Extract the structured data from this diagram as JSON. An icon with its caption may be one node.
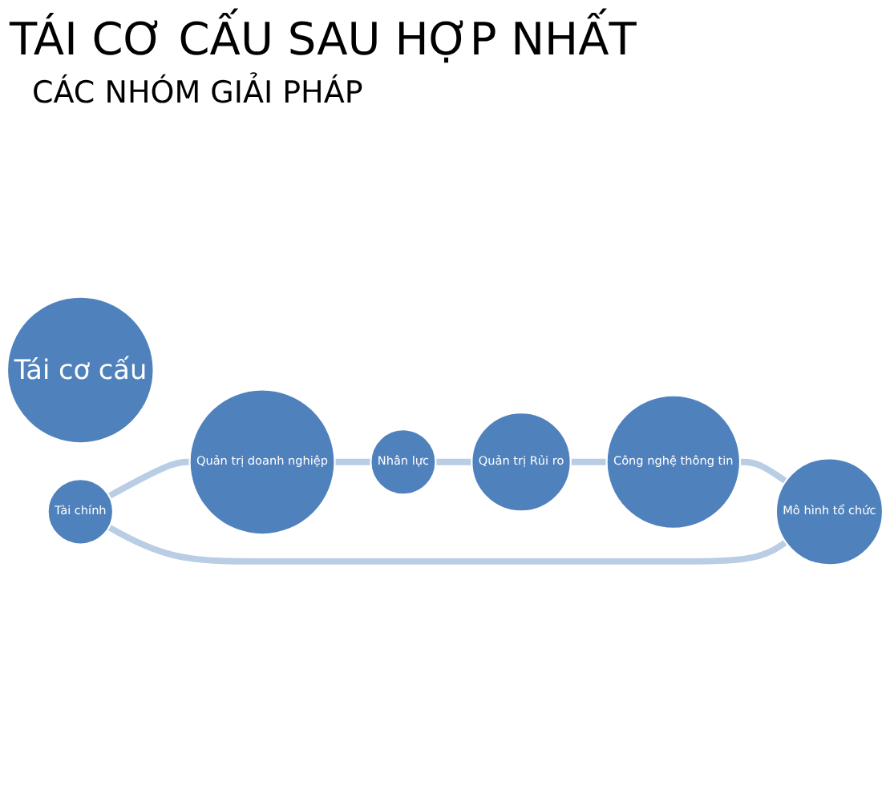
{
  "diagram": {
    "title": "TÁI CƠ CẤU SAU HỢP NHẤT",
    "nodes": [
      {
        "text": [
          "Tái cơ cấu"
        ]
      },
      {
        "text": [
          "Tài chính"
        ]
      },
      {
        "text": [
          "Quản trị doanh nghiệp"
        ]
      },
      {
        "text": [
          "Nhân lực"
        ]
      },
      {
        "text": [
          "Quản trị Rủi ro"
        ]
      },
      {
        "text": [
          "Công nghệ thông tin"
        ]
      },
      {
        "text": [
          "Mô hình tổ chức"
        ]
      }
    ],
    "edges": [
      {
        "from": 1,
        "to": 2,
        "arrow": "none"
      },
      {
        "from": 2,
        "to": 3,
        "arrow": "none"
      },
      {
        "from": 3,
        "to": 4,
        "arrow": "none"
      },
      {
        "from": 4,
        "to": 5,
        "arrow": "none"
      },
      {
        "from": 5,
        "to": 6,
        "arrow": "none"
      },
      {
        "from": 6,
        "to": 1,
        "arrow": "none"
      }
    ],
    "labels": [
      "CÁC NHÓM GIẢI PHÁP"
    ]
  }
}
